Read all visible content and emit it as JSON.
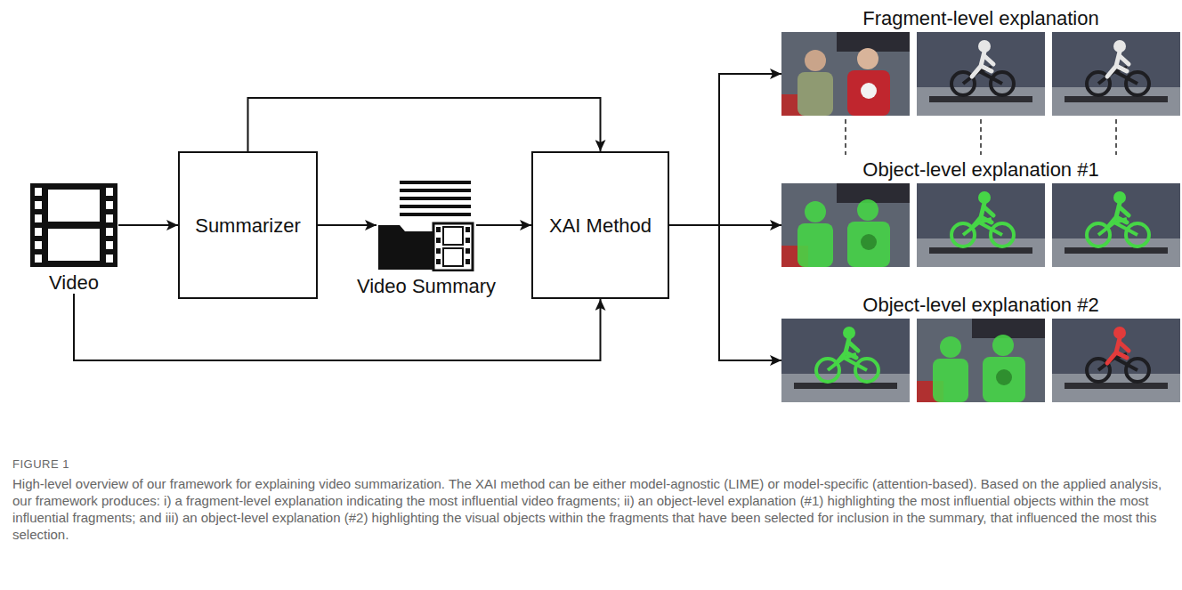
{
  "diagram": {
    "caption": "High-level overview of our framework for explaining video summarization. The XAI method can be either model-agnostic (LIME) or model-specific (attention-based). Based on the applied analysis, our framework produces: i) a fragment-level explanation indicating the most influential video fragments; ii) an object-level explanation (#1) highlighting the most influential objects within the most influential fragments; and iii) an object-level explanation (#2) highlighting the visual objects within the fragments that have been selected for inclusion in the summary, that influenced the most this selection.",
    "nodes": [
      {
        "text": [
          "Video"
        ]
      },
      {
        "text": [
          "Summarizer"
        ]
      },
      {
        "text": [
          "Video Summary"
        ]
      },
      {
        "text": [
          "XAI Method"
        ]
      },
      {
        "text": [
          "Fragment-level explanation"
        ]
      },
      {
        "text": [
          "Object-level explanation #1"
        ]
      },
      {
        "text": [
          "Object-level explanation #2"
        ]
      }
    ],
    "edges": [
      {
        "from": 0,
        "to": 1,
        "arrow": "to"
      },
      {
        "from": 1,
        "to": 2,
        "arrow": "to"
      },
      {
        "from": 2,
        "to": 3,
        "arrow": "to"
      },
      {
        "from": 1,
        "to": 3,
        "arrow": "to"
      },
      {
        "from": 0,
        "to": 3,
        "arrow": "to"
      },
      {
        "from": 3,
        "to": 4,
        "arrow": "to"
      },
      {
        "from": 3,
        "to": 5,
        "arrow": "to"
      },
      {
        "from": 3,
        "to": 6,
        "arrow": "to"
      }
    ],
    "labels": [
      "FIGURE 1"
    ]
  }
}
